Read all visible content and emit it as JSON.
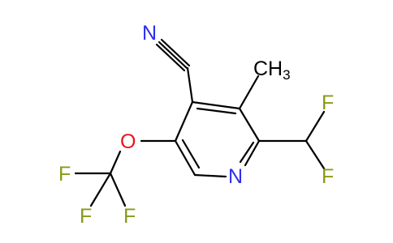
{
  "molecule": {
    "labels": {
      "nitrile_n": "N",
      "methyl_c": "CH",
      "methyl_sub": "3",
      "ring_n": "N",
      "ether_o": "O",
      "cf3_f1": "F",
      "cf3_f2": "F",
      "cf3_f3": "F",
      "chf2_f1": "F",
      "chf2_f2": "F"
    },
    "colors": {
      "bond": "#000000",
      "nitrogen": "#2e2ef0",
      "oxygen": "#e8141e",
      "fluorine": "#8a9a14",
      "carbon": "#000000"
    }
  }
}
